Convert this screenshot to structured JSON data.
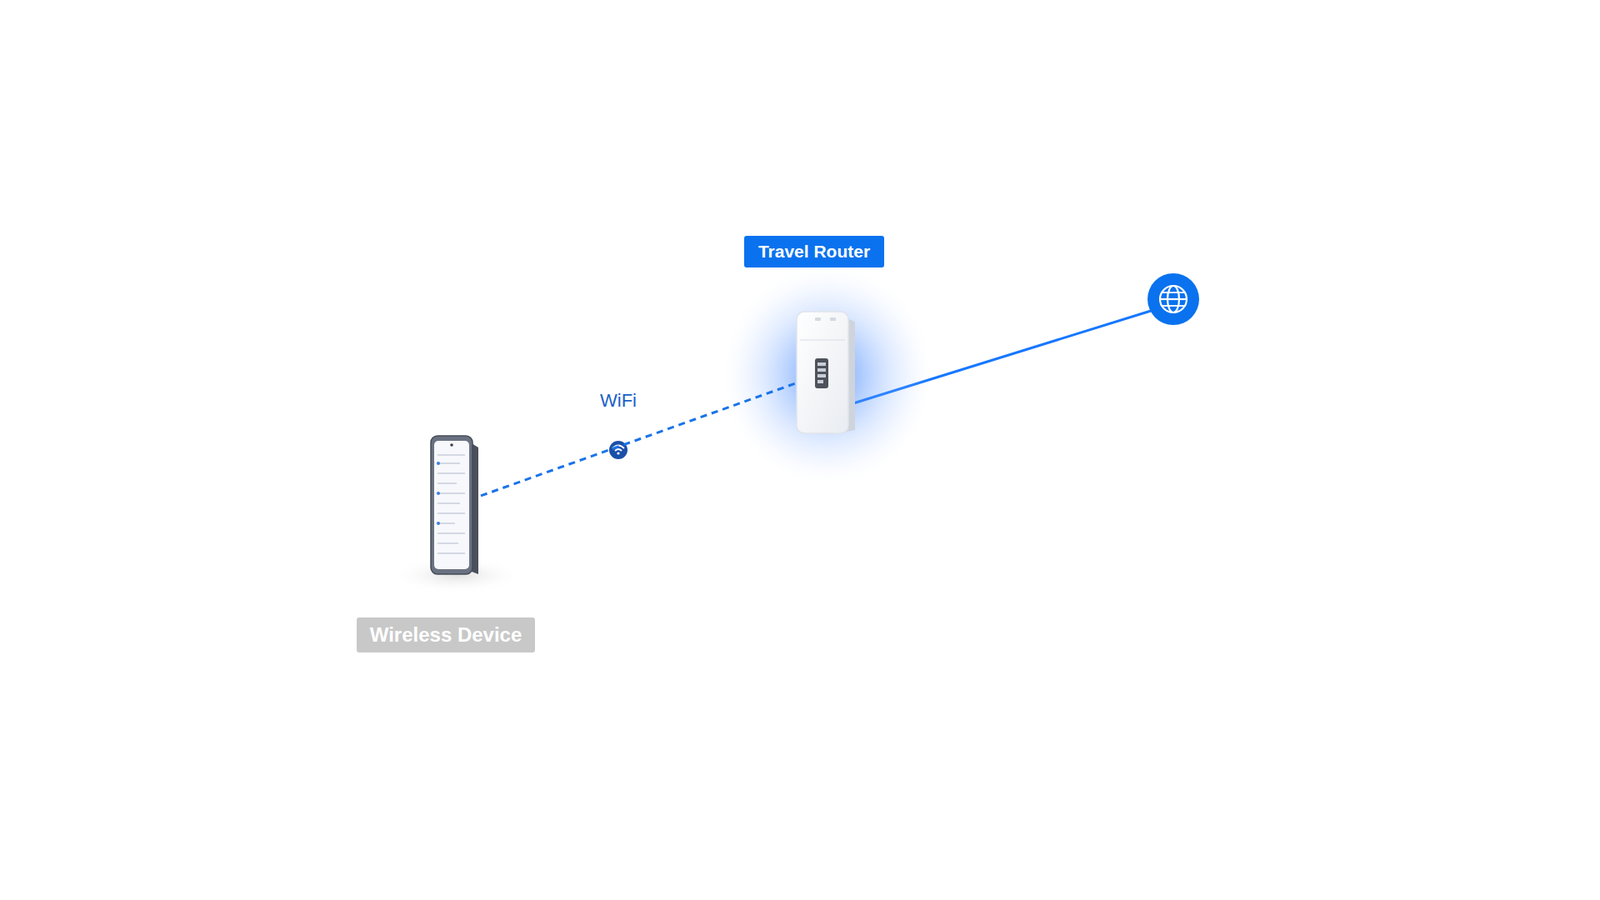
{
  "diagram": {
    "nodes": [
      {
        "text": [
          "Wireless Device"
        ]
      },
      {
        "text": [
          "Travel Router"
        ]
      }
    ],
    "edges": [
      {
        "from": 0,
        "to": 1,
        "arrow": "none",
        "label": "WiFi"
      }
    ]
  }
}
